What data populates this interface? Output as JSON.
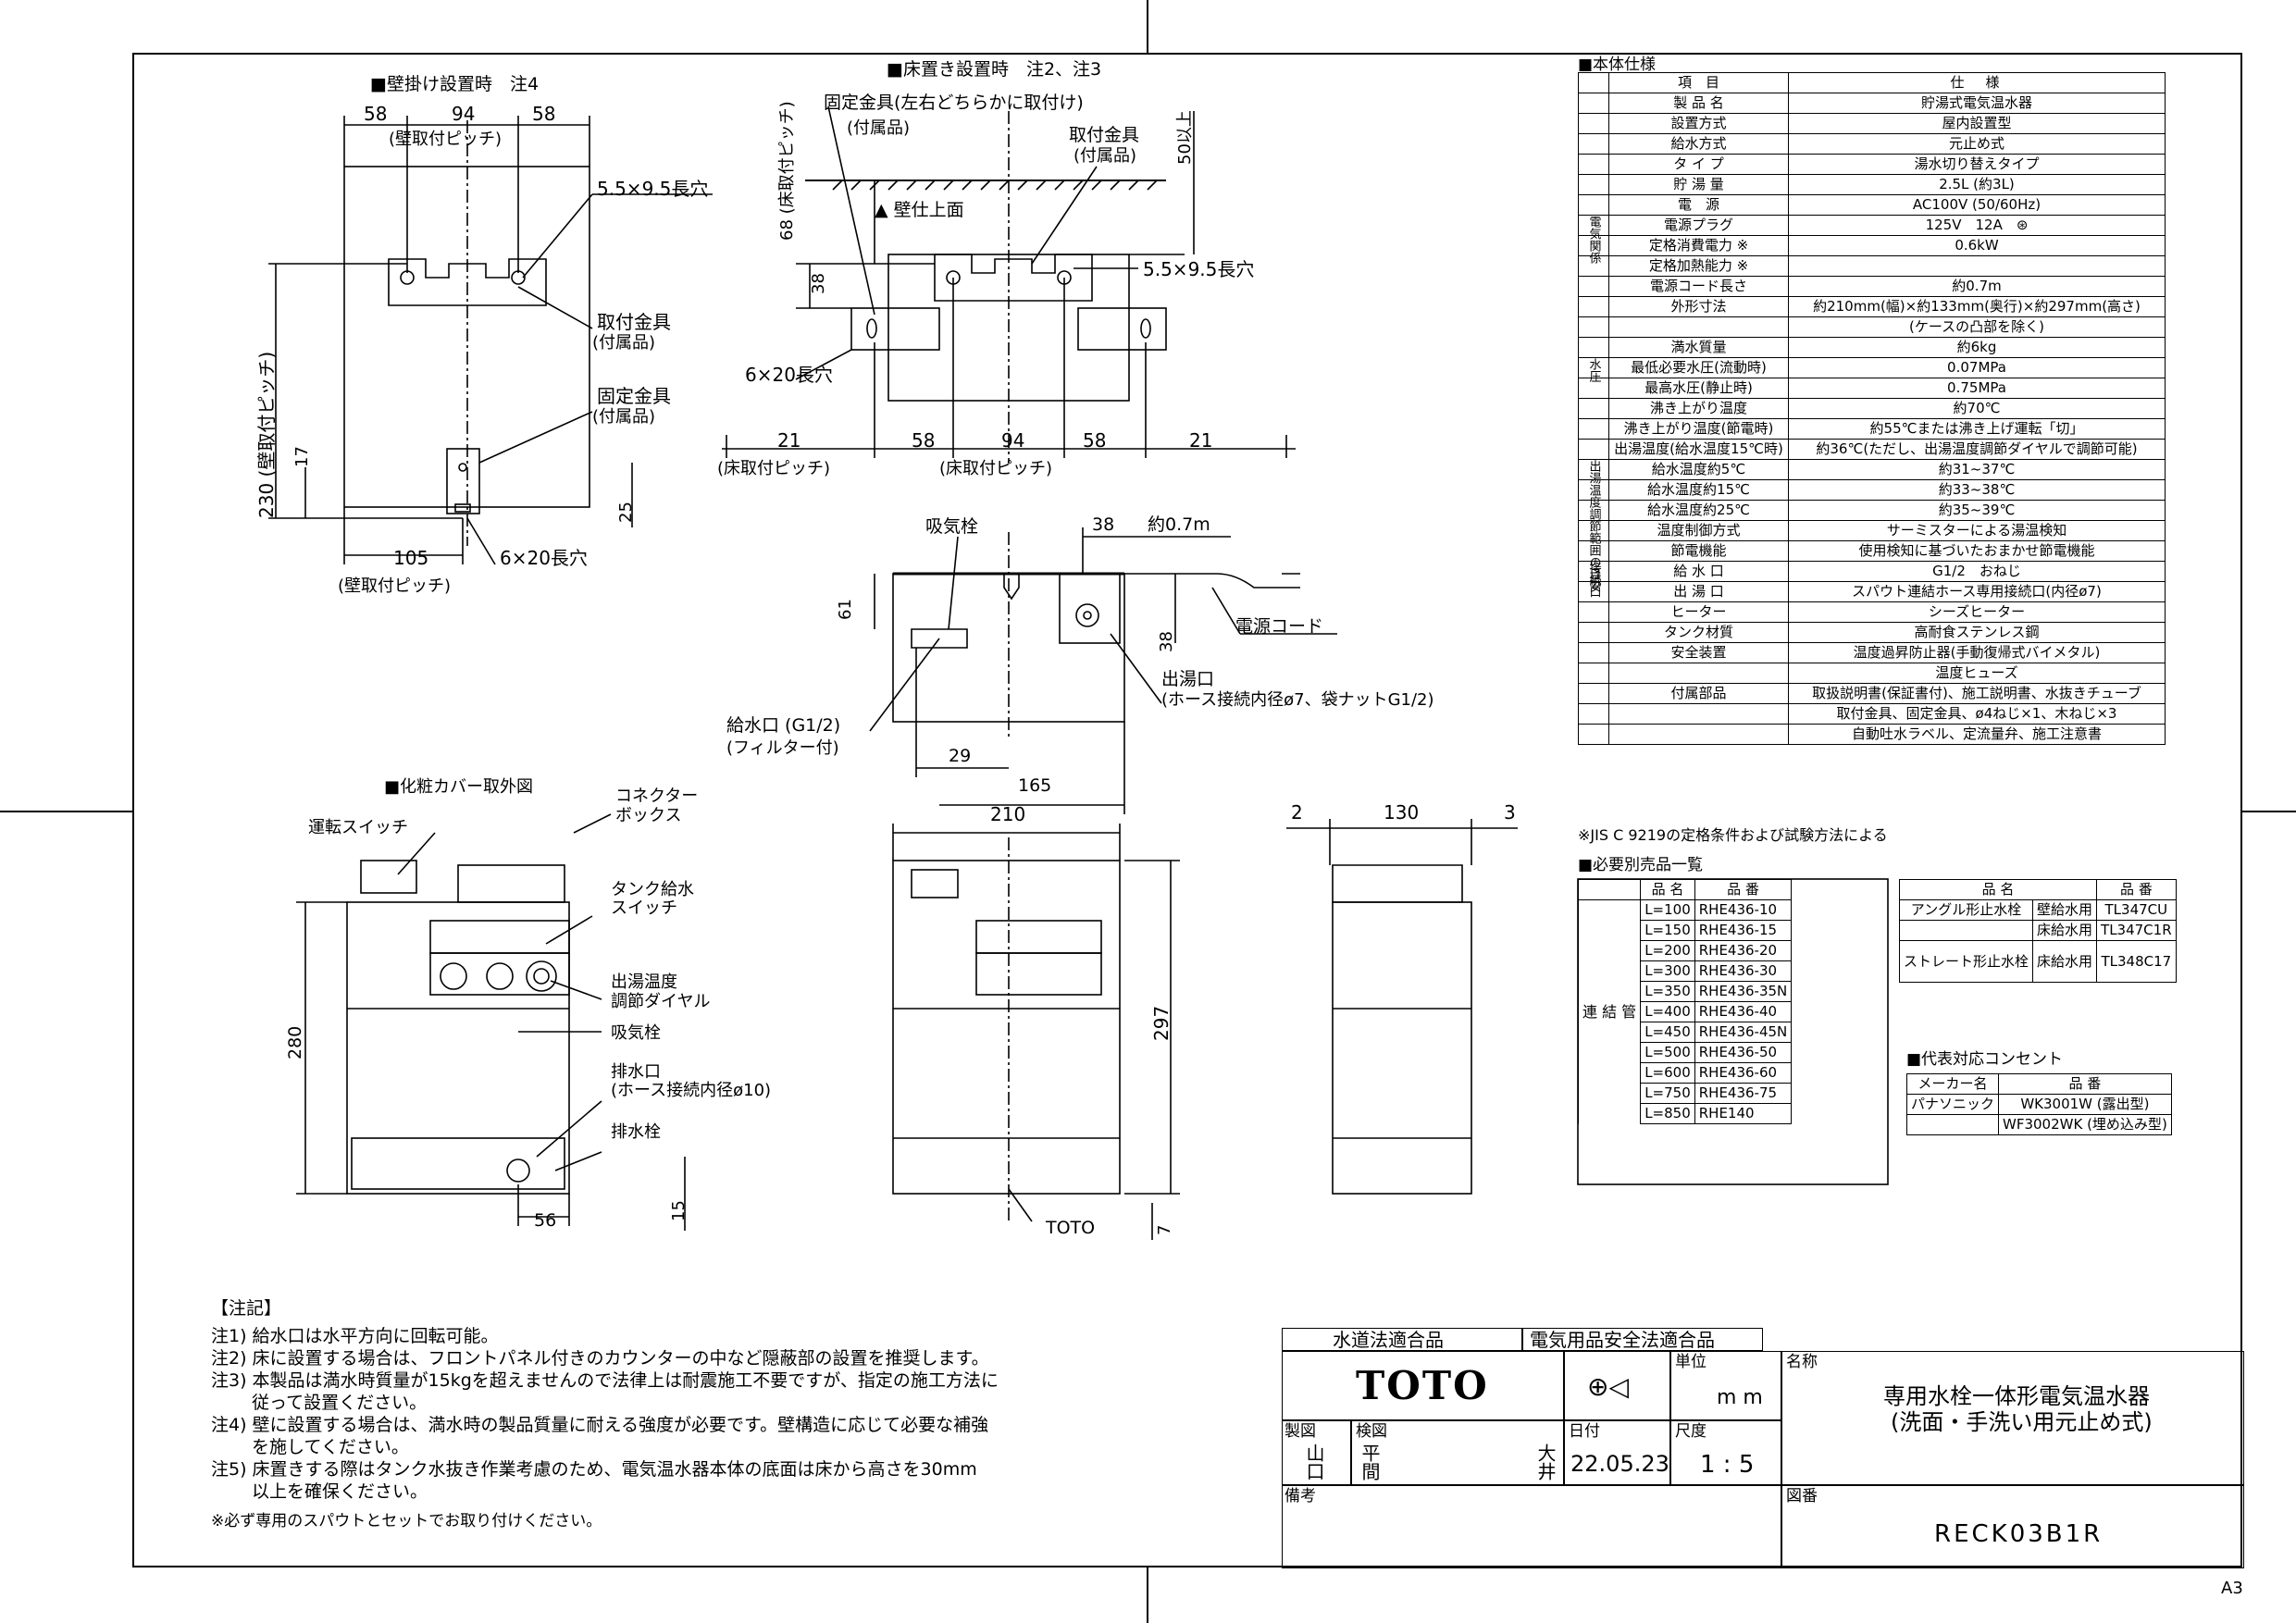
{
  "sections": {
    "wall": "■壁掛け設置時　注4",
    "floor": "■床置き設置時　注2、注3",
    "cover": "■化粧カバー取外図"
  },
  "wall_dims": {
    "d58a": "58",
    "d94": "94",
    "d58b": "58",
    "pitch_top": "(壁取付ピッチ)",
    "slot": "5.5×9.5長穴",
    "bracket": "取付金具",
    "bracket_sub": "(付属品)",
    "fix": "固定金具",
    "fix_sub": "(付属品)",
    "h230": "230 (壁取付ピッチ)",
    "d17": "17",
    "d25": "25",
    "d105": "105",
    "pitch_bottom": "(壁取付ピッチ)",
    "hole": "6×20長穴"
  },
  "floor_dims": {
    "fix": "固定金具(左右どちらかに取付け)",
    "fix_sub": "(付属品)",
    "bracket": "取付金具",
    "bracket_sub": "(付属品)",
    "d68": "68 (床取付ピッチ)",
    "d50": "50以上",
    "wall_top": "壁仕上面",
    "d38": "38",
    "slot": "5.5×9.5長穴",
    "hole": "6×20長穴",
    "d21a": "21",
    "d58a": "58",
    "d94": "94",
    "d58b": "58",
    "d21b": "21",
    "pitch_a": "(床取付ピッチ)",
    "pitch_b": "(床取付ピッチ)"
  },
  "top_view": {
    "valve": "吸気栓",
    "d38": "38",
    "cord_len": "約0.7m",
    "d61": "61",
    "d38b": "38",
    "cord": "電源コード",
    "outlet": "出湯口",
    "outlet_sub": "(ホース接続内径ø7、袋ナットG1/2)",
    "inlet": "給水口 (G1/2)",
    "inlet_sub": "(フィルター付)",
    "d29": "29",
    "d165": "165"
  },
  "cover_view": {
    "connector": "コネクター",
    "connector2": "ボックス",
    "run": "運転スイッチ",
    "tank": "タンク給水",
    "tank2": "スイッチ",
    "temp": "出湯温度",
    "temp2": "調節ダイヤル",
    "valve": "吸気栓",
    "drain": "排水口",
    "drain_sub": "(ホース接続内径ø10)",
    "plug": "排水栓",
    "d280": "280",
    "d56": "56",
    "d15": "15"
  },
  "front_view": {
    "d210": "210",
    "d297": "297",
    "d7": "7",
    "logo": "TOTO"
  },
  "side_view": {
    "d2": "2",
    "d130": "130",
    "d3": "3"
  },
  "spec": {
    "title": "■本体仕様",
    "rows": [
      [
        "項　目",
        "仕　様"
      ],
      [
        "製 品 名",
        "貯湯式電気温水器"
      ],
      [
        "設置方式",
        "屋内設置型"
      ],
      [
        "給水方式",
        "元止め式"
      ],
      [
        "タ イ プ",
        "湯水切り替えタイプ"
      ],
      [
        "貯 湯 量",
        "2.5L (約3L)"
      ],
      [
        "電　源",
        "AC100V (50/60Hz)"
      ],
      [
        "電源プラグ",
        "125V　12A　⊛"
      ],
      [
        "定格消費電力 ※",
        "0.6kW"
      ],
      [
        "定格加熱能力 ※",
        ""
      ],
      [
        "電源コード長さ",
        "約0.7m"
      ],
      [
        "外形寸法",
        "約210mm(幅)×約133mm(奥行)×約297mm(高さ)"
      ],
      [
        "",
        "(ケースの凸部を除く)"
      ],
      [
        "満水質量",
        "約6kg"
      ],
      [
        "最低必要水圧(流動時)",
        "0.07MPa"
      ],
      [
        "最高水圧(静止時)",
        "0.75MPa"
      ],
      [
        "沸き上がり温度",
        "約70℃"
      ],
      [
        "沸き上がり温度(節電時)",
        "約55℃または沸き上げ運転「切」"
      ],
      [
        "出湯温度(給水温度15℃時)",
        "約36℃(ただし、出湯温度調節ダイヤルで調節可能)"
      ],
      [
        "給水温度約5℃",
        "約31~37℃"
      ],
      [
        "給水温度約15℃",
        "約33~38℃"
      ],
      [
        "給水温度約25℃",
        "約35~39℃"
      ],
      [
        "温度制御方式",
        "サーミスターによる湯温検知"
      ],
      [
        "節電機能",
        "使用検知に基づいたおまかせ節電機能"
      ],
      [
        "給 水 口",
        "G1/2　おねじ"
      ],
      [
        "出 湯 口",
        "スパウト連結ホース専用接続口(内径ø7)"
      ],
      [
        "ヒーター",
        "シーズヒーター"
      ],
      [
        "タンク材質",
        "高耐食ステンレス鋼"
      ],
      [
        "安全装置",
        "温度過昇防止器(手動復帰式バイメタル)"
      ],
      [
        "",
        "温度ヒューズ"
      ],
      [
        "付属部品",
        "取扱説明書(保証書付)、施工説明書、水抜きチューブ"
      ],
      [
        "",
        "取付金具、固定金具、ø4ねじ×1、木ねじ×3"
      ],
      [
        "",
        "自動吐水ラベル、定流量弁、施工注意書"
      ]
    ],
    "side_labels": {
      "elec": "電気関係",
      "water": "水圧",
      "range": "出湯温度調節範囲の目安",
      "conn": "接続口"
    },
    "note": "※JIS C 9219の定格条件および試験方法による"
  },
  "parts": {
    "title": "■必要別売品一覧",
    "head": [
      "品 名",
      "品 番"
    ],
    "pipe": "連 結 管",
    "rows": [
      [
        "L=100",
        "RHE436-10"
      ],
      [
        "L=150",
        "RHE436-15"
      ],
      [
        "L=200",
        "RHE436-20"
      ],
      [
        "L=300",
        "RHE436-30"
      ],
      [
        "L=350",
        "RHE436-35N"
      ],
      [
        "L=400",
        "RHE436-40"
      ],
      [
        "L=450",
        "RHE436-45N"
      ],
      [
        "L=500",
        "RHE436-50"
      ],
      [
        "L=600",
        "RHE436-60"
      ],
      [
        "L=750",
        "RHE436-75"
      ],
      [
        "L=850",
        "RHE140"
      ]
    ],
    "faucet_head": [
      "品 名",
      "品 番"
    ],
    "faucets": [
      [
        "アングル形止水栓",
        "壁給水用",
        "TL347CU"
      ],
      [
        "",
        "床給水用",
        "TL347C1R"
      ],
      [
        "ストレート形止水栓",
        "床給水用",
        "TL348C17"
      ]
    ],
    "outlet_title": "■代表対応コンセント",
    "outlet_head": [
      "メーカー名",
      "品 番"
    ],
    "outlets": [
      [
        "パナソニック",
        "WK3001W (露出型)"
      ],
      [
        "",
        "WF3002WK (埋め込み型)"
      ]
    ]
  },
  "notes": {
    "title": "【注記】",
    "lines": [
      "注1) 給水口は水平方向に回転可能。",
      "注2) 床に設置する場合は、フロントパネル付きのカウンターの中など隠蔽部の設置を推奨します。",
      "注3) 本製品は満水時質量が15kgを超えませんので法律上は耐震施工不要ですが、指定の施工方法に",
      "　　 従って設置ください。",
      "注4) 壁に設置する場合は、満水時の製品質量に耐える強度が必要です。壁構造に応じて必要な補強",
      "　　 を施してください。",
      "注5) 床置きする際はタンク水抜き作業考慮のため、電気温水器本体の底面は床から高さを30mm",
      "　　 以上を確保ください。",
      "※必ず専用のスパウトとセットでお取り付けください。"
    ]
  },
  "titleblock": {
    "water": "水道法適合品",
    "elec": "電気用品安全法適合品",
    "logo": "TOTO",
    "unit_label": "単位",
    "unit": "m m",
    "name_label": "名称",
    "name1": "専用水栓一体形電気温水器",
    "name2": "(洗面・手洗い用元止め式)",
    "made_label": "製図",
    "made": "山口",
    "check_label": "検図",
    "check1": "平間",
    "check2": "大井",
    "date_label": "日付",
    "date": "22.05.23",
    "scale_label": "尺度",
    "scale": "1 : 5",
    "drawno_label": "図番",
    "drawno": "RECK03B1R",
    "remark": "備考",
    "size": "A3"
  }
}
